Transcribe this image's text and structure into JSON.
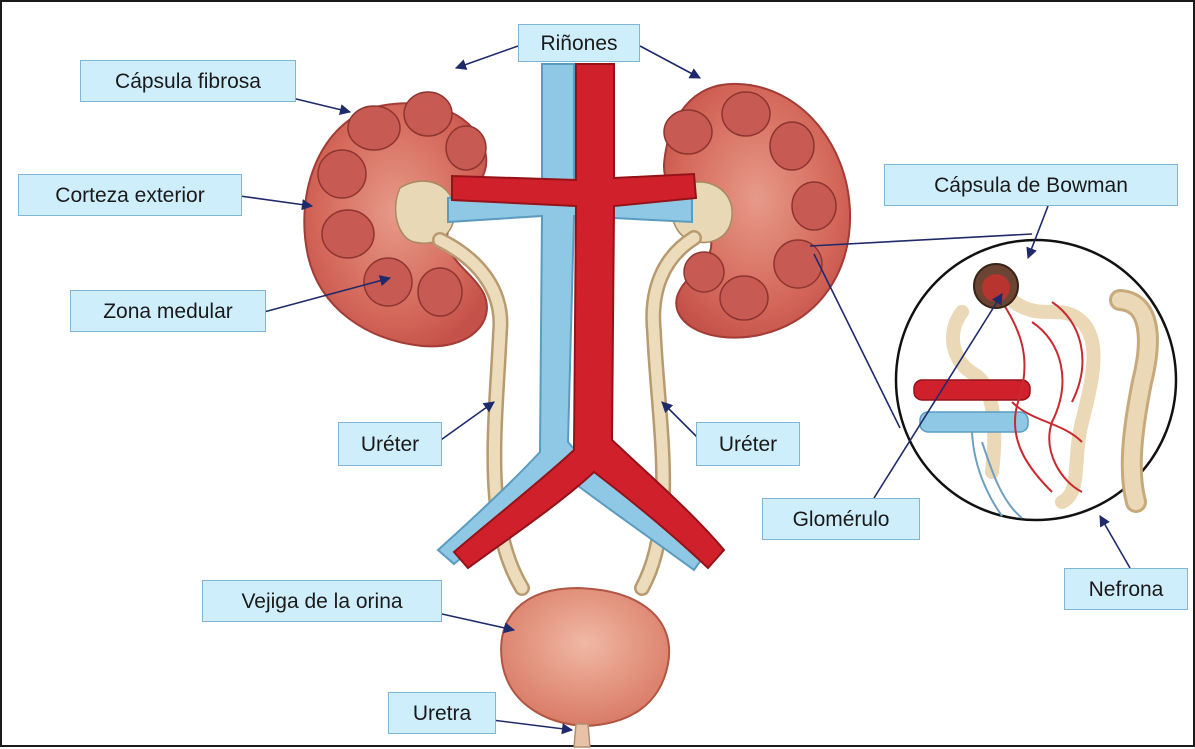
{
  "labels": {
    "rinones": "Riñones",
    "capsula_fibrosa": "Cápsula fibrosa",
    "corteza_exterior": "Corteza exterior",
    "zona_medular": "Zona medular",
    "capsula_bowman": "Cápsula de Bowman",
    "ureter_left": "Uréter",
    "ureter_right": "Uréter",
    "glomerulo": "Glomérulo",
    "nefrona": "Nefrona",
    "vejiga": "Vejiga de la orina",
    "uretra": "Uretra"
  },
  "colors": {
    "label_fill": "#cfeefc",
    "label_border": "#7fb6d6",
    "artery_red": "#d01f2a",
    "vein_blue": "#8ec7e3",
    "kidney_tissue": "#d9705f",
    "ureter_beige": "#e8d6b4",
    "leader_line": "#1f2a6b"
  }
}
